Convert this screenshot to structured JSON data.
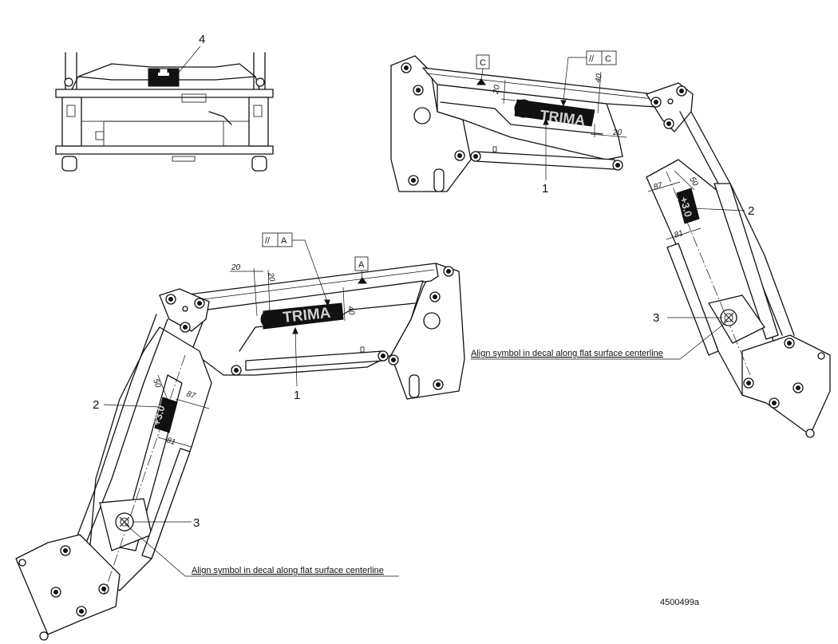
{
  "callouts": {
    "one": "1",
    "two": "2",
    "three": "3",
    "four": "4"
  },
  "decal": {
    "brand": "TRIMA",
    "model": "+3.0"
  },
  "datums": {
    "a": "A",
    "c": "C",
    "parallel": "//"
  },
  "dims": {
    "d20": "20",
    "d40": "40",
    "d50": "50",
    "d87": "87",
    "d81": "81"
  },
  "note": "Align symbol in decal along flat surface centerline",
  "drawing_number": "4500499a"
}
